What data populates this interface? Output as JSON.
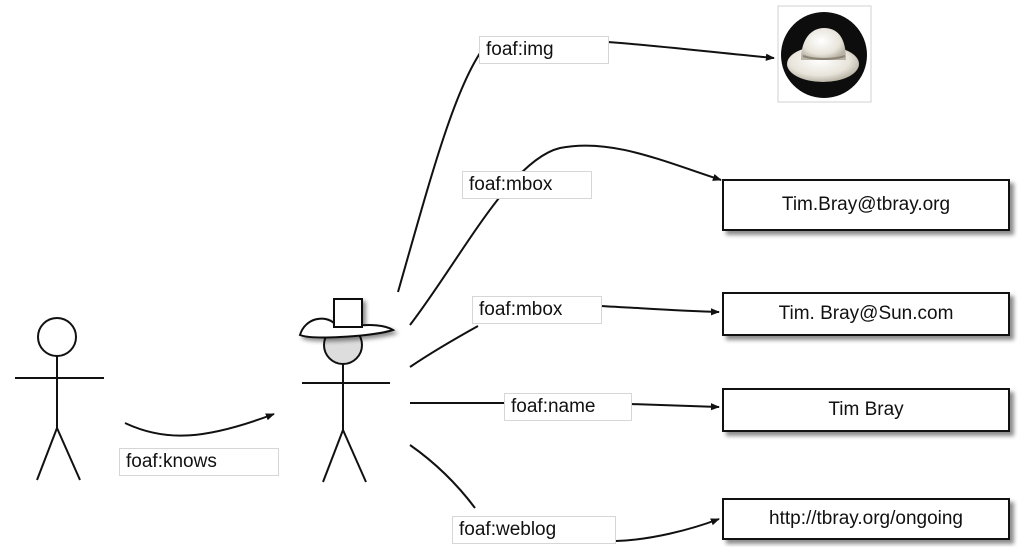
{
  "edges": {
    "knows": "foaf:knows",
    "img": "foaf:img",
    "mbox1": "foaf:mbox",
    "mbox2": "foaf:mbox",
    "name": "foaf:name",
    "weblog": "foaf:weblog"
  },
  "nodes": {
    "mbox1": "Tim.Bray@tbray.org",
    "mbox2": "Tim. Bray@Sun.com",
    "name": "Tim Bray",
    "weblog": "http://tbray.org/ongoing"
  },
  "icons": {
    "person": "stick-figure-icon",
    "tim": "cowboy-stick-figure-icon",
    "photo": "cowboy-hat-photo-icon"
  },
  "colors": {
    "stroke": "#111111",
    "label_border": "#d6d6d6",
    "hat": "#f2f0ea"
  }
}
